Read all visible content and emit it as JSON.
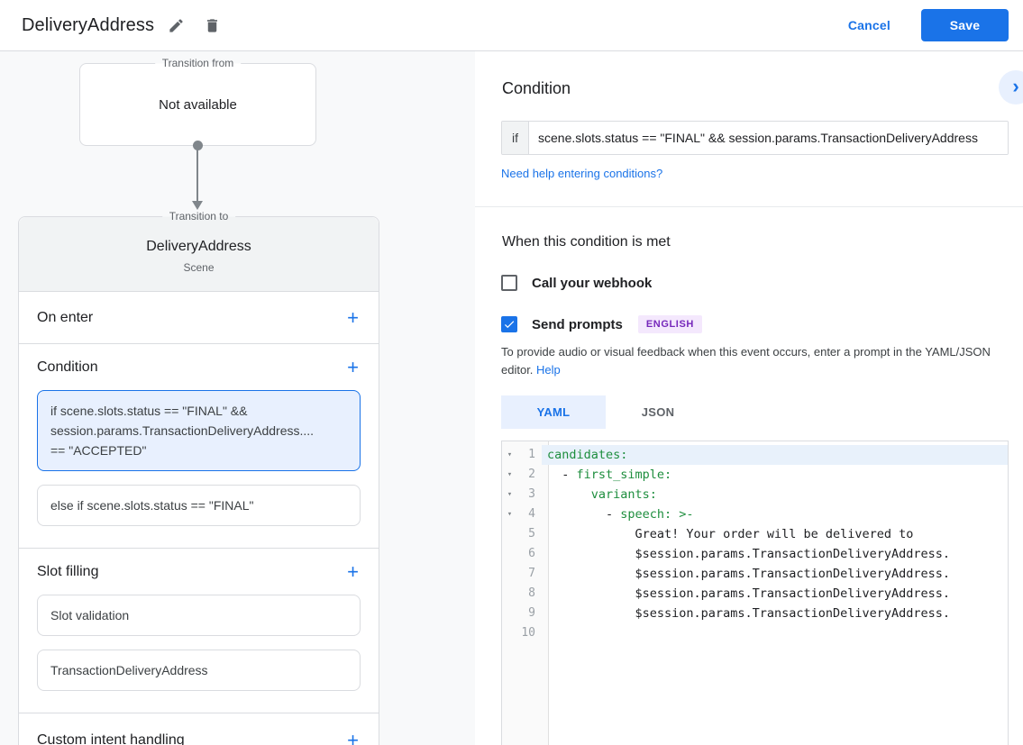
{
  "colors": {
    "accent": "#1a73e8",
    "selected_bg": "#e8f0fe",
    "yaml_key_green": "#1e8e3e",
    "badge_purple": "#7627bb",
    "save_bg": "#1a73e8"
  },
  "icons": {
    "plus": "+",
    "chevron_right": "›",
    "collapse_arrow": "▾"
  },
  "header": {
    "title": "DeliveryAddress",
    "cancel_label": "Cancel",
    "save_label": "Save"
  },
  "left": {
    "transition_from": {
      "legend": "Transition from",
      "value": "Not available"
    },
    "transition_to": {
      "legend": "Transition to",
      "title": "DeliveryAddress",
      "subtitle": "Scene"
    },
    "rows": {
      "on_enter": "On enter",
      "condition": "Condition",
      "slot_filling": "Slot filling",
      "custom_intent": "Custom intent handling"
    },
    "condition_cards": [
      {
        "selected": true,
        "lines": [
          "if scene.slots.status == \"FINAL\" &&",
          "session.params.TransactionDeliveryAddress....",
          "== \"ACCEPTED\""
        ]
      },
      {
        "selected": false,
        "lines": [
          "else if scene.slots.status == \"FINAL\""
        ]
      }
    ],
    "slot_cards": [
      "Slot validation",
      "TransactionDeliveryAddress"
    ]
  },
  "right": {
    "condition_title": "Condition",
    "if_label": "if",
    "if_value": "scene.slots.status == \"FINAL\" && session.params.TransactionDeliveryAddress",
    "help_link": "Need help entering conditions?",
    "when_title": "When this condition is met",
    "webhook_label": "Call your webhook",
    "send_prompts_label": "Send prompts",
    "language_badge": "ENGLISH",
    "description": "To provide audio or visual feedback when this event occurs, enter a prompt in the YAML/JSON editor.",
    "help_label": "Help"
  },
  "editor": {
    "tabs": [
      {
        "label": "YAML",
        "active": true
      },
      {
        "label": "JSON",
        "active": false
      }
    ],
    "lines": [
      {
        "n": 1,
        "arrow": true,
        "active": true,
        "seg": [
          [
            "k",
            "candidates:"
          ]
        ]
      },
      {
        "n": 2,
        "arrow": true,
        "seg": [
          [
            "p",
            "  - "
          ],
          [
            "k",
            "first_simple:"
          ]
        ]
      },
      {
        "n": 3,
        "arrow": true,
        "seg": [
          [
            "p",
            "      "
          ],
          [
            "k",
            "variants:"
          ]
        ]
      },
      {
        "n": 4,
        "arrow": true,
        "seg": [
          [
            "p",
            "        - "
          ],
          [
            "k",
            "speech: >-"
          ]
        ]
      },
      {
        "n": 5,
        "seg": [
          [
            "p",
            "            Great! Your order will be delivered to"
          ]
        ]
      },
      {
        "n": 6,
        "seg": [
          [
            "p",
            "            $session.params.TransactionDeliveryAddress."
          ]
        ]
      },
      {
        "n": 7,
        "seg": [
          [
            "p",
            "            $session.params.TransactionDeliveryAddress."
          ]
        ]
      },
      {
        "n": 8,
        "seg": [
          [
            "p",
            "            $session.params.TransactionDeliveryAddress."
          ]
        ]
      },
      {
        "n": 9,
        "seg": [
          [
            "p",
            "            $session.params.TransactionDeliveryAddress."
          ]
        ]
      },
      {
        "n": 10,
        "seg": []
      }
    ]
  }
}
